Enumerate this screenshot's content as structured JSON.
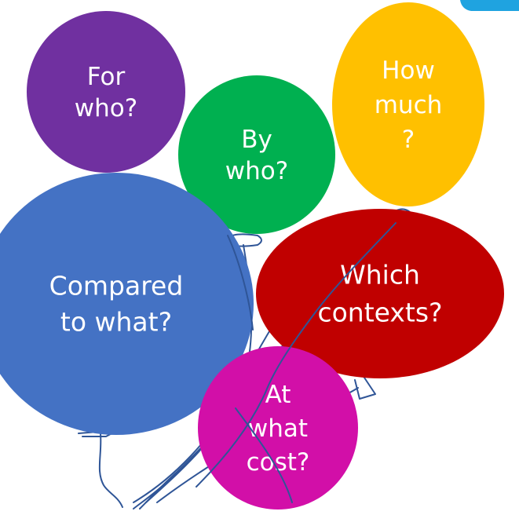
{
  "balloons": [
    {
      "id": "for-who",
      "lines": [
        "For",
        "who?"
      ],
      "color": "#7030A0"
    },
    {
      "id": "by-who",
      "lines": [
        "By",
        "who?"
      ],
      "color": "#00B050"
    },
    {
      "id": "how-much",
      "lines": [
        "How",
        "much",
        "?"
      ],
      "color": "#FFC000"
    },
    {
      "id": "compared-to-what",
      "lines": [
        "Compared",
        "to what?"
      ],
      "color": "#4472C4"
    },
    {
      "id": "which-contexts",
      "lines": [
        "Which",
        "contexts?"
      ],
      "color": "#C00000"
    },
    {
      "id": "at-what-cost",
      "lines": [
        "At",
        "what",
        "cost?"
      ],
      "color": "#D20FA8"
    }
  ],
  "string_color": "#2F5597",
  "corner_accent_color": "#1FA3E0"
}
